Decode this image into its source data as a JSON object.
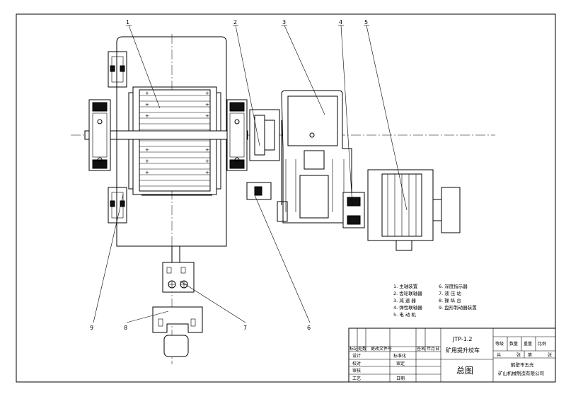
{
  "callouts": [
    "1",
    "2",
    "3",
    "4",
    "5",
    "6",
    "7",
    "8",
    "9"
  ],
  "parts_list": [
    "1. 主轴装置",
    "2. 齿轮联轴器",
    "3. 减 速 器",
    "4. 弹性联轴器",
    "5. 电 动 机",
    "6. 深度指示器",
    "7. 液 压 站",
    "8. 操 纵 台",
    "9. 盘形制动器装置"
  ],
  "title_block": {
    "drawing_no": "JTP-1.2",
    "product_name": "矿用提升绞车",
    "sheet_title": "总图",
    "company_line1": "鹤壁市五光",
    "company_line2": "矿山机械制造有限公司",
    "rev_headers": [
      "标记",
      "处数",
      "更改文件号",
      "签名",
      "年月日"
    ],
    "left_labels": [
      "设计",
      "校对",
      "审核",
      "工艺"
    ],
    "mid_labels": [
      "标准化",
      "审定",
      "日期"
    ],
    "right_headers": [
      "等级",
      "数量",
      "重量",
      "比例"
    ],
    "sheet_labels": [
      "共",
      "张",
      "第",
      "张"
    ]
  },
  "colors": {
    "line": "#000000",
    "paper": "#ffffff"
  }
}
